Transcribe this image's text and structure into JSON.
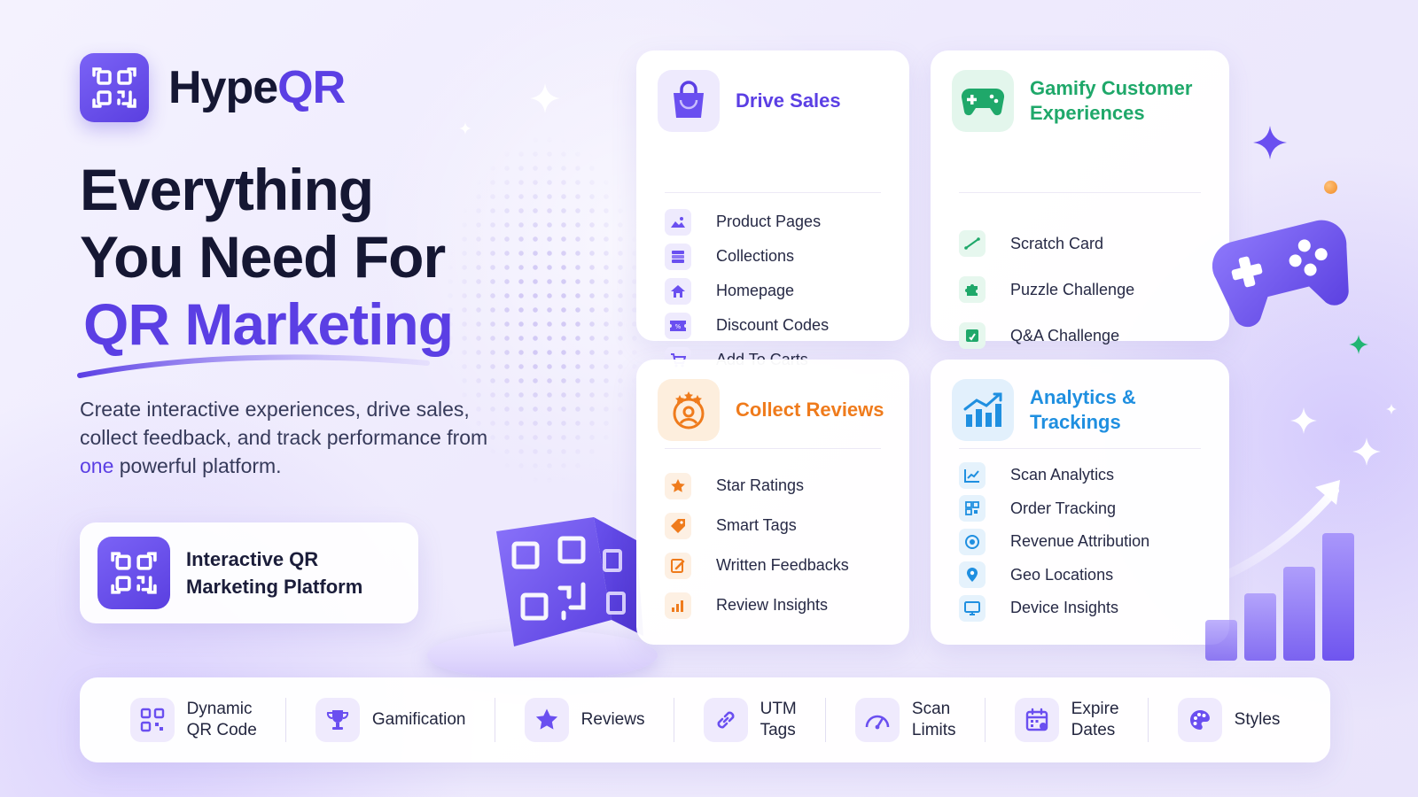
{
  "brand": {
    "name_a": "Hype",
    "name_b": "QR"
  },
  "hero": {
    "line1": "Everything",
    "line2": "You Need For",
    "line3": "QR Marketing",
    "subtitle_a": "Create interactive experiences, drive sales, collect feedback, and track performance from ",
    "subtitle_accent": "one",
    "subtitle_b": " powerful platform."
  },
  "badge": {
    "label": "Interactive QR Marketing Platform"
  },
  "cards": {
    "drive_sales": {
      "title": "Drive Sales",
      "accent": "#5b3fe4",
      "items": [
        "Product Pages",
        "Collections",
        "Homepage",
        "Discount Codes",
        "Add To Carts"
      ]
    },
    "gamify": {
      "title": "Gamify Customer Experiences",
      "accent": "#1fa86a",
      "items": [
        "Scratch Card",
        "Puzzle Challenge",
        "Q&A Challenge"
      ]
    },
    "reviews": {
      "title": "Collect Reviews",
      "accent": "#ef7b1c",
      "items": [
        "Star Ratings",
        "Smart Tags",
        "Written Feedbacks",
        "Review Insights"
      ]
    },
    "analytics": {
      "title": "Analytics & Trackings",
      "accent": "#1f8fe0",
      "items": [
        "Scan Analytics",
        "Order Tracking",
        "Revenue Attribution",
        "Geo Locations",
        "Device Insights"
      ]
    }
  },
  "features": [
    {
      "label": "Dynamic\nQR Code",
      "icon": "qr-code-icon"
    },
    {
      "label": "Gamification",
      "icon": "trophy-icon"
    },
    {
      "label": "Reviews",
      "icon": "star-icon"
    },
    {
      "label": "UTM\nTags",
      "icon": "link-icon"
    },
    {
      "label": "Scan\nLimits",
      "icon": "gauge-icon"
    },
    {
      "label": "Expire\nDates",
      "icon": "calendar-icon"
    },
    {
      "label": "Styles",
      "icon": "palette-icon"
    }
  ],
  "colors": {
    "primary": "#5b3fe4",
    "green": "#1fa86a",
    "orange": "#ef7b1c",
    "blue": "#1f8fe0"
  }
}
